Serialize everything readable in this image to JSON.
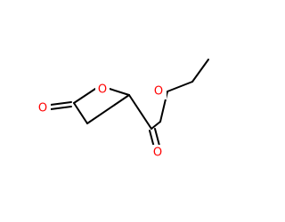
{
  "molecule": {
    "atoms": {
      "ring_oxygen": "O",
      "carbonyl_oxygen_ring": "O",
      "ester_oxygen": "O",
      "carbonyl_oxygen_ester": "O"
    },
    "colors": {
      "bond": "#000000",
      "oxygen": "#ff0000",
      "background": "#ffffff"
    }
  }
}
